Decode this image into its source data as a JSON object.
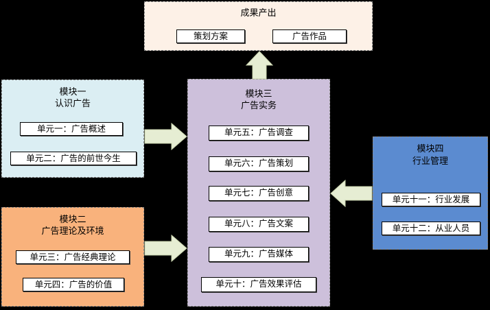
{
  "output": {
    "title": "成果产出",
    "items": [
      "策划方案",
      "广告作品"
    ]
  },
  "module1": {
    "title_line1": "模块一",
    "title_line2": "认识广告",
    "units": [
      "单元一：广告概述",
      "单元二：广告的前世今生"
    ]
  },
  "module2": {
    "title_line1": "模块二",
    "title_line2": "广告理论及环境",
    "units": [
      "单元三：广告经典理论",
      "单元四：广告的价值"
    ]
  },
  "module3": {
    "title_line1": "模块三",
    "title_line2": "广告实务",
    "units": [
      "单元五：广告调查",
      "单元六：广告策划",
      "单元七：广告创意",
      "单元八：广告文案",
      "单元九：广告媒体",
      "单元十：广告效果评估"
    ]
  },
  "module4": {
    "title_line1": "模块四",
    "title_line2": "行业管理",
    "units": [
      "单元十一：行业发展",
      "单元十二：从业人员"
    ]
  },
  "colors": {
    "output_bg": "#fdf1e7",
    "module1_bg": "#dbeef3",
    "module2_bg": "#f9b27c",
    "module3_bg": "#cdc0db",
    "module4_bg": "#5b8bd0",
    "arrow": "#e6edd3"
  }
}
